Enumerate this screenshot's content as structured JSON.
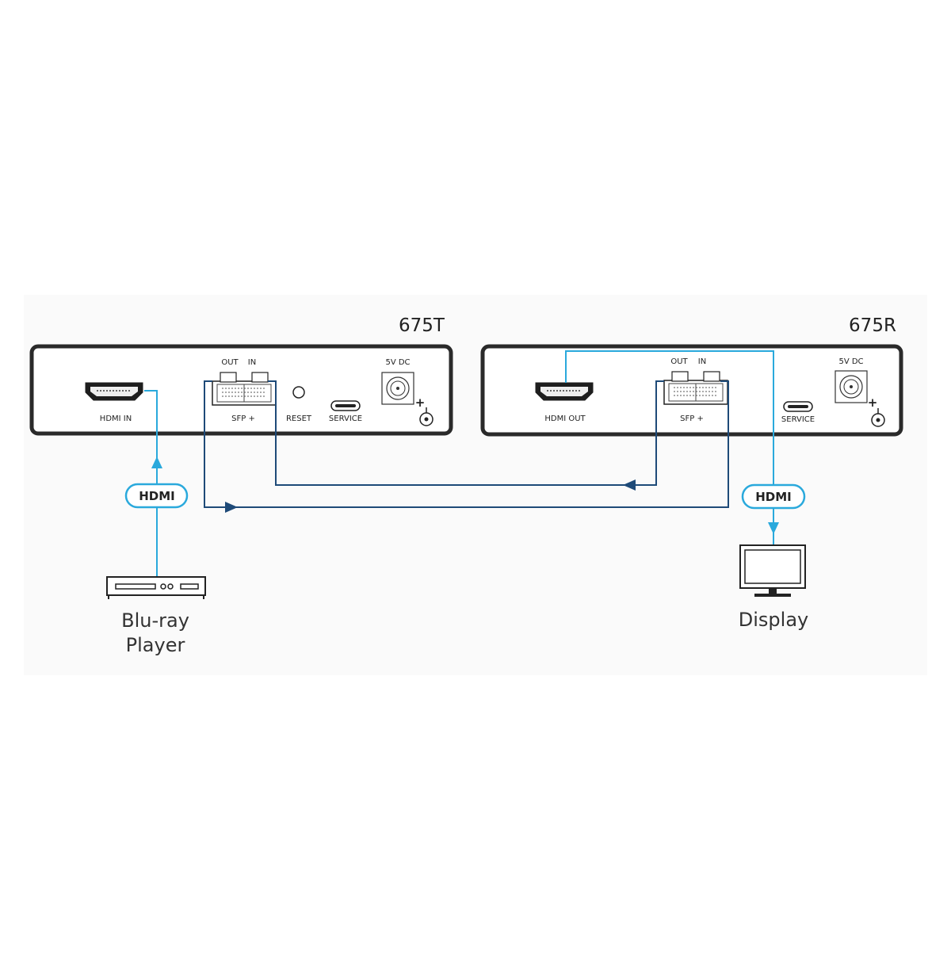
{
  "devices": {
    "transmitter": {
      "model": "675T",
      "hdmi_label": "HDMI IN",
      "sfp_out": "OUT",
      "sfp_in": "IN",
      "sfp_label": "SFP +",
      "reset_label": "RESET",
      "service_label": "SERVICE",
      "power_label": "5V DC",
      "plus": "+"
    },
    "receiver": {
      "model": "675R",
      "hdmi_label": "HDMI OUT",
      "sfp_out": "OUT",
      "sfp_in": "IN",
      "sfp_label": "SFP +",
      "service_label": "SERVICE",
      "power_label": "5V DC",
      "plus": "+"
    }
  },
  "cables": {
    "left_label": "HDMI",
    "right_label": "HDMI"
  },
  "endpoints": {
    "source_line1": "Blu-ray",
    "source_line2": "Player",
    "sink": "Display"
  },
  "colors": {
    "hdmi_cable": "#2aa9dc",
    "fiber_cable": "#1e4a78",
    "device_outline": "#2a2a2a",
    "panel_background": "#fafafa"
  }
}
